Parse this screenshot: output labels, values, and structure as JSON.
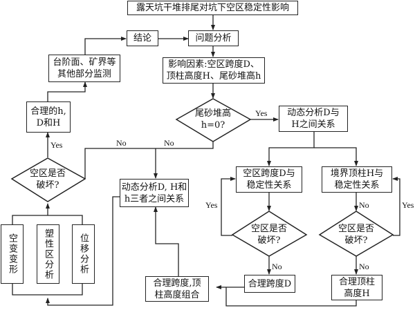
{
  "diagram": {
    "title": "露天坑干堆排尾对坑下空区稳定性影响",
    "nodes": {
      "conclusion": "结论",
      "problem_analysis": "问题分析",
      "factors": "影响因素:空区跨度D、\n顶柱高度H、尾砂堆高h",
      "other_monitoring": "台阶面、矿界等\n其他部分监测",
      "reasonable_hDH": "合理的h,\nD和H",
      "decision_h0": "尾砂堆高\nh=0?",
      "dynamic_DH": "动态分析D与\nH之间关系",
      "dynamic_DHh": "动态分析D, H和\nh三者之间关系",
      "span_stability": "空区跨度D与\n稳定性关系",
      "pillar_stability": "境界顶柱H与\n稳定性关系",
      "decision_fail_left": "空区是否\n破坏?",
      "decision_fail_mid": "空区是否\n破坏?",
      "decision_fail_right": "空区是否\n破坏?",
      "reasonable_D": "合理跨度D",
      "reasonable_H": "合理顶柱\n高度H",
      "combo": "合理跨度,顶\n柱高度组合",
      "deformation": "空变变形",
      "plastic_zone": "塑性区分析",
      "displacement": "位移分析"
    },
    "labels": {
      "yes": "Yes",
      "no": "No"
    }
  }
}
